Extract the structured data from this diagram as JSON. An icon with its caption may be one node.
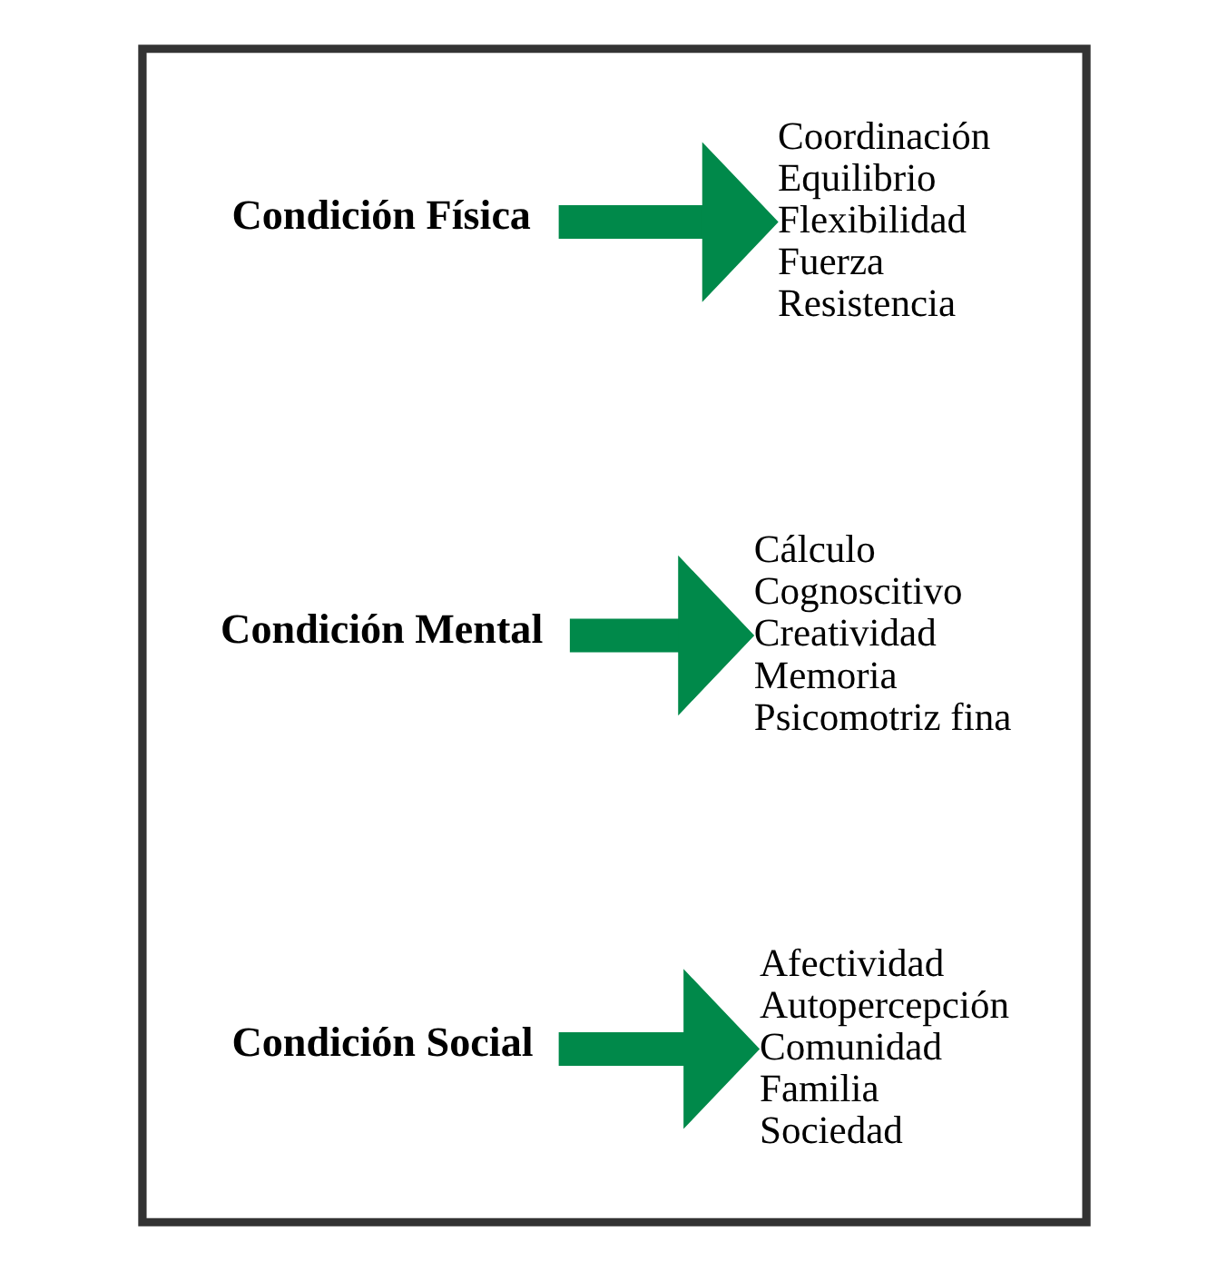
{
  "diagram": {
    "nodes": [
      {
        "text": [],
        "shape": "box"
      },
      {
        "text": [
          "Condición Física"
        ],
        "in": 0
      },
      {
        "text": [
          "Coordinación",
          "Equilibrio",
          "Flexibilidad",
          "Fuerza",
          "Resistencia"
        ],
        "in": 0
      },
      {
        "text": [
          "Condición Mental"
        ],
        "in": 0
      },
      {
        "text": [
          "Cálculo",
          "Cognoscitivo",
          "Creatividad",
          "Memoria",
          "Psicomotriz fina"
        ],
        "in": 0
      },
      {
        "text": [
          "Condición Social"
        ],
        "in": 0
      },
      {
        "text": [
          "Afectividad",
          "Autopercepción",
          "Comunidad",
          "Familia",
          "Sociedad"
        ],
        "in": 0
      }
    ],
    "edges": [
      {
        "from": 1,
        "to": 2,
        "arrow": "to",
        "color": "#00894a"
      },
      {
        "from": 3,
        "to": 4,
        "arrow": "to",
        "color": "#00894a"
      },
      {
        "from": 5,
        "to": 6,
        "arrow": "to",
        "color": "#00894a"
      }
    ]
  }
}
